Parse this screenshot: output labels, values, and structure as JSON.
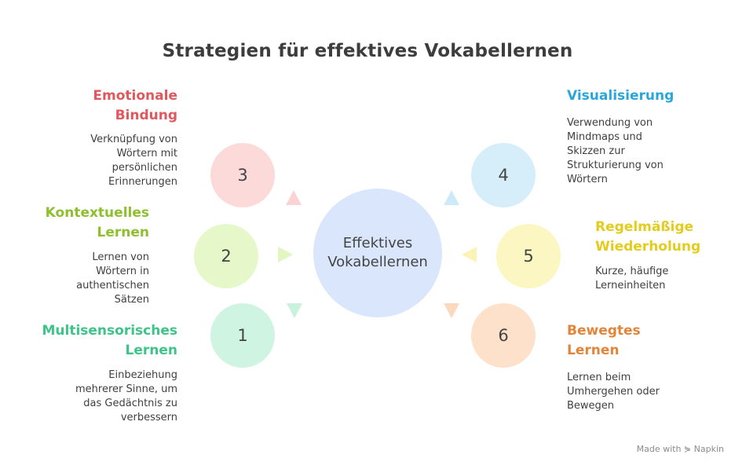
{
  "title": "Strategien für effektives Vokabellernen",
  "center": {
    "line1": "Effektives",
    "line2": "Vokabellernen"
  },
  "strategies": [
    {
      "number": "1",
      "heading_line1": "Multisensorisches",
      "heading_line2": "Lernen",
      "desc_lines": [
        "Einbeziehung",
        "mehrerer Sinne, um",
        "das Gedächtnis zu",
        "verbessern"
      ],
      "color": "#3cc489",
      "fill": "#cff5e2"
    },
    {
      "number": "2",
      "heading_line1": "Kontextuelles",
      "heading_line2": "Lernen",
      "desc_lines": [
        "Lernen von",
        "Wörtern in",
        "authentischen",
        "Sätzen"
      ],
      "color": "#8dbf2e",
      "fill": "#e6f8c9"
    },
    {
      "number": "3",
      "heading_line1": "Emotionale",
      "heading_line2": "Bindung",
      "desc_lines": [
        "Verknüpfung von",
        "Wörtern mit",
        "persönlichen",
        "Erinnerungen"
      ],
      "color": "#e0575d",
      "fill": "#fcdada"
    },
    {
      "number": "4",
      "heading_line1": "Visualisierung",
      "heading_line2": "",
      "desc_lines": [
        "Verwendung von",
        "Mindmaps und",
        "Skizzen zur",
        "Strukturierung von",
        "Wörtern"
      ],
      "color": "#2aa6dc",
      "fill": "#d5eefa"
    },
    {
      "number": "5",
      "heading_line1": "Regelmäßige",
      "heading_line2": "Wiederholung",
      "desc_lines": [
        "Kurze, häufige",
        "Lerneinheiten"
      ],
      "color": "#e3cc1c",
      "fill": "#fcf6c2"
    },
    {
      "number": "6",
      "heading_line1": "Bewegtes",
      "heading_line2": "Lernen",
      "desc_lines": [
        "Lernen beim",
        "Umhergehen oder",
        "Bewegen"
      ],
      "color": "#e0853a",
      "fill": "#fde1cb"
    }
  ],
  "footer": "Made with ⋟ Napkin"
}
